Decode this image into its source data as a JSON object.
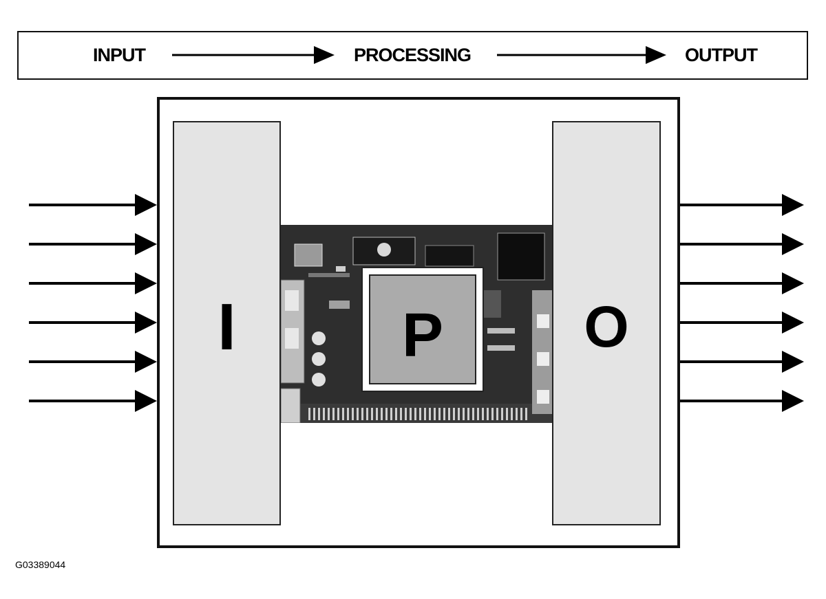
{
  "flow": {
    "input_label": "INPUT",
    "processing_label": "PROCESSING",
    "output_label": "OUTPUT"
  },
  "blocks": {
    "input_letter": "I",
    "processing_letter": "P",
    "output_letter": "O"
  },
  "arrows": {
    "input_count": 6,
    "output_count": 6
  },
  "figure_id": "G03389044"
}
